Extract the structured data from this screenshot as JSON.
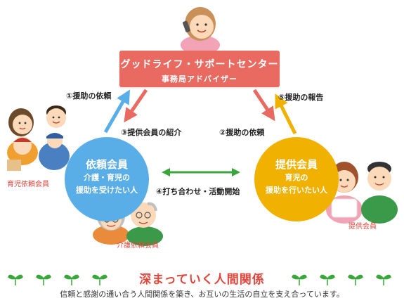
{
  "center": {
    "title": "グッドライフ・サポートセンター",
    "subtitle": "事務局アドバイザー"
  },
  "client": {
    "title": "依頼会員",
    "line1": "介護・育児の",
    "line2": "援助を受けたい人"
  },
  "provider": {
    "title": "提供会員",
    "line1": "育児の",
    "line2": "援助を行いたい人"
  },
  "steps": {
    "s1": "①援助の依頼",
    "s2": "②援助の依頼",
    "s3": "③提供会員の紹介",
    "s4": "④打ち合わせ・活動開始",
    "s5": "⑤援助の報告"
  },
  "labels": {
    "childcare_client": "育児依頼会員",
    "nursing_client": "介護依頼会員",
    "provider_member": "提供会員"
  },
  "footer": {
    "title": "深まっていく人間関係",
    "subtitle": "信頼と感謝の通い合う人間関係を築き、お互いの生活の自立を支え合っています。"
  },
  "colors": {
    "center_box": "#e96a61",
    "client_circle": "#5aaee8",
    "provider_circle": "#f1b100",
    "arrow_blue": "#5aaee8",
    "arrow_red": "#e96a61",
    "arrow_yellow": "#f1b100",
    "arrow_green": "#3aa53a",
    "accent_red": "#e0463b"
  }
}
